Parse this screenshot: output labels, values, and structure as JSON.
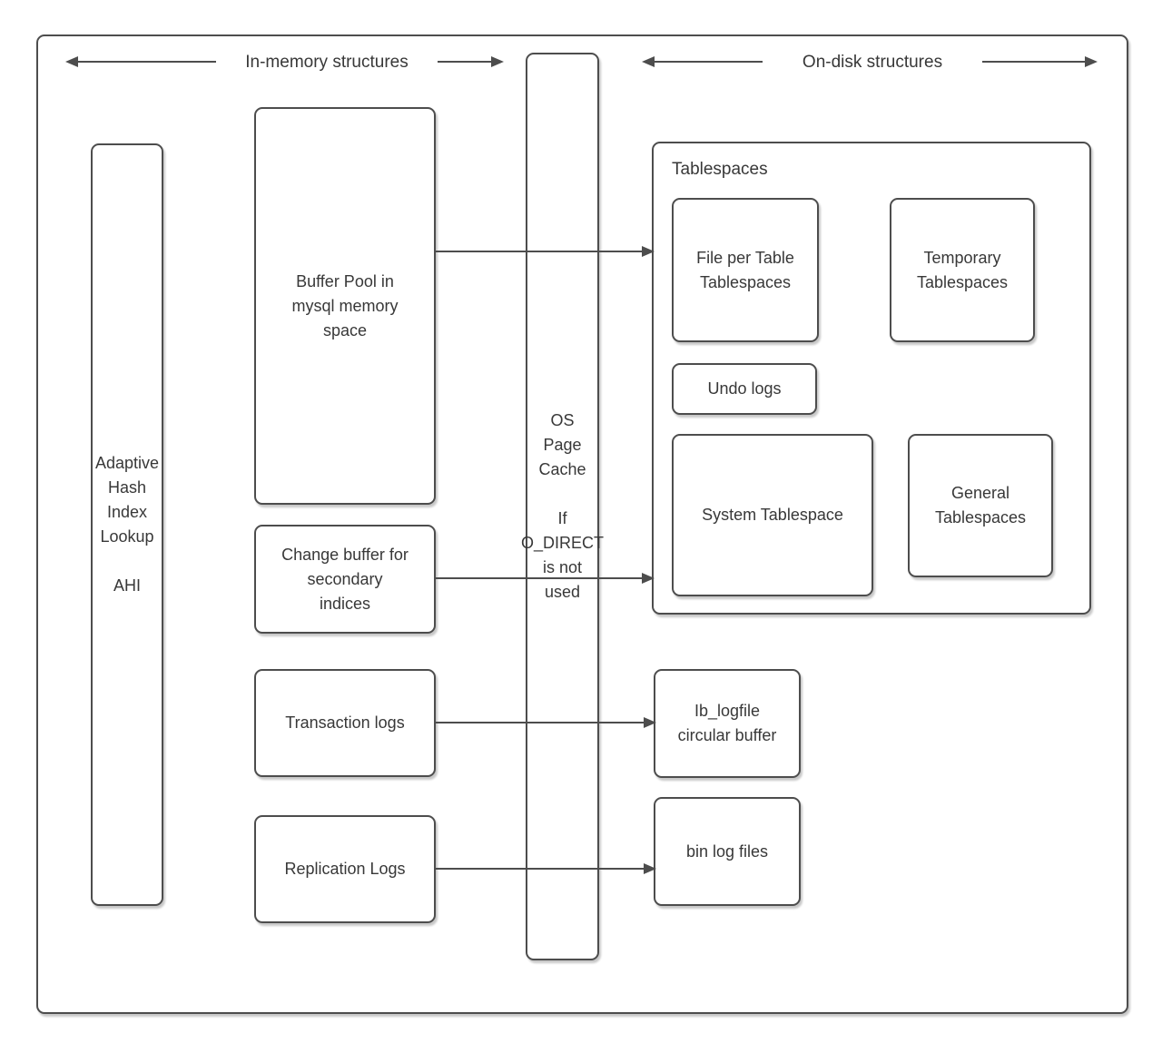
{
  "diagram": {
    "headers": {
      "in_memory": "In-memory structures",
      "on_disk": "On-disk structures"
    },
    "nodes": {
      "ahi": "Adaptive\nHash\nIndex\nLookup\n\nAHI",
      "buffer_pool": "Buffer Pool in\nmysql memory\nspace",
      "os_page_cache": "OS\nPage\nCache\n\nIf\nO_DIRECT\nis not\nused",
      "change_buffer": "Change buffer for\nsecondary\nindices",
      "transaction_logs": "Transaction logs",
      "replication_logs": "Replication Logs",
      "tablespaces_label": "Tablespaces",
      "file_per_table": "File per Table\nTablespaces",
      "temporary_tablespaces": "Temporary\nTablespaces",
      "undo_logs": "Undo logs",
      "system_tablespace": "System Tablespace",
      "general_tablespaces": "General\nTablespaces",
      "ib_logfile": "Ib_logfile\ncircular buffer",
      "bin_log_files": "bin log files"
    },
    "colors": {
      "stroke": "#4d4d4d",
      "text": "#383838",
      "background": "#ffffff"
    }
  }
}
